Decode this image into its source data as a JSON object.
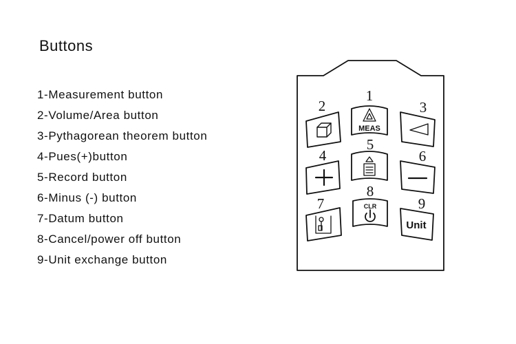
{
  "title": "Buttons",
  "legend": [
    "1-Measurement button",
    "2-Volume/Area button",
    "3-Pythagorean theorem button",
    "4-Pues(+)button",
    "5-Record button",
    "6-Minus (-) button",
    "7-Datum button",
    "8-Cancel/power off button",
    "9-Unit exchange button"
  ],
  "keypad": {
    "keys": [
      {
        "number": "1",
        "label": "MEAS",
        "icon": "triangle-measure-icon"
      },
      {
        "number": "2",
        "label": "",
        "icon": "cube-icon"
      },
      {
        "number": "3",
        "label": "",
        "icon": "angle-triangle-icon"
      },
      {
        "number": "4",
        "label": "",
        "icon": "plus-icon"
      },
      {
        "number": "5",
        "label": "",
        "icon": "record-stack-icon"
      },
      {
        "number": "6",
        "label": "",
        "icon": "minus-icon"
      },
      {
        "number": "7",
        "label": "",
        "icon": "datum-reference-icon"
      },
      {
        "number": "8",
        "label": "CLR",
        "icon": "power-icon"
      },
      {
        "number": "9",
        "label": "Unit",
        "icon": ""
      }
    ]
  },
  "colors": {
    "ink": "#111111",
    "background": "#ffffff"
  }
}
